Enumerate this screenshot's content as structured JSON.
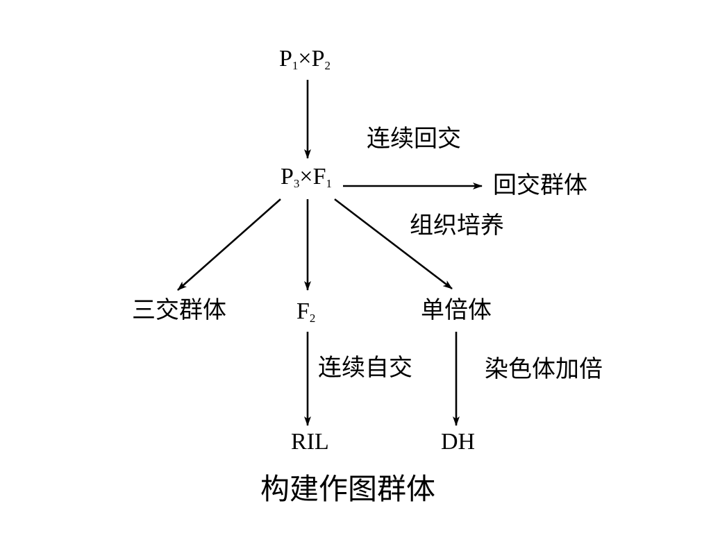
{
  "nodes": {
    "parents": {
      "p1": "P",
      "p1_sub": "1",
      "cross": "×",
      "p2": "P",
      "p2_sub": "2"
    },
    "backcross_cross": {
      "p3": "P",
      "p3_sub": "3",
      "cross": "×",
      "f1": "F",
      "f1_sub": "1"
    },
    "f2": {
      "f": "F",
      "f_sub": "2"
    },
    "three_way_population": "三交群体",
    "backcross_population": "回交群体",
    "haploid": "单倍体",
    "ril": "RIL",
    "dh": "DH"
  },
  "edge_labels": {
    "continuous_backcross": "连续回交",
    "tissue_culture": "组织培养",
    "continuous_selfing": "连续自交",
    "chromosome_doubling": "染色体加倍"
  },
  "caption": "构建作图群体"
}
